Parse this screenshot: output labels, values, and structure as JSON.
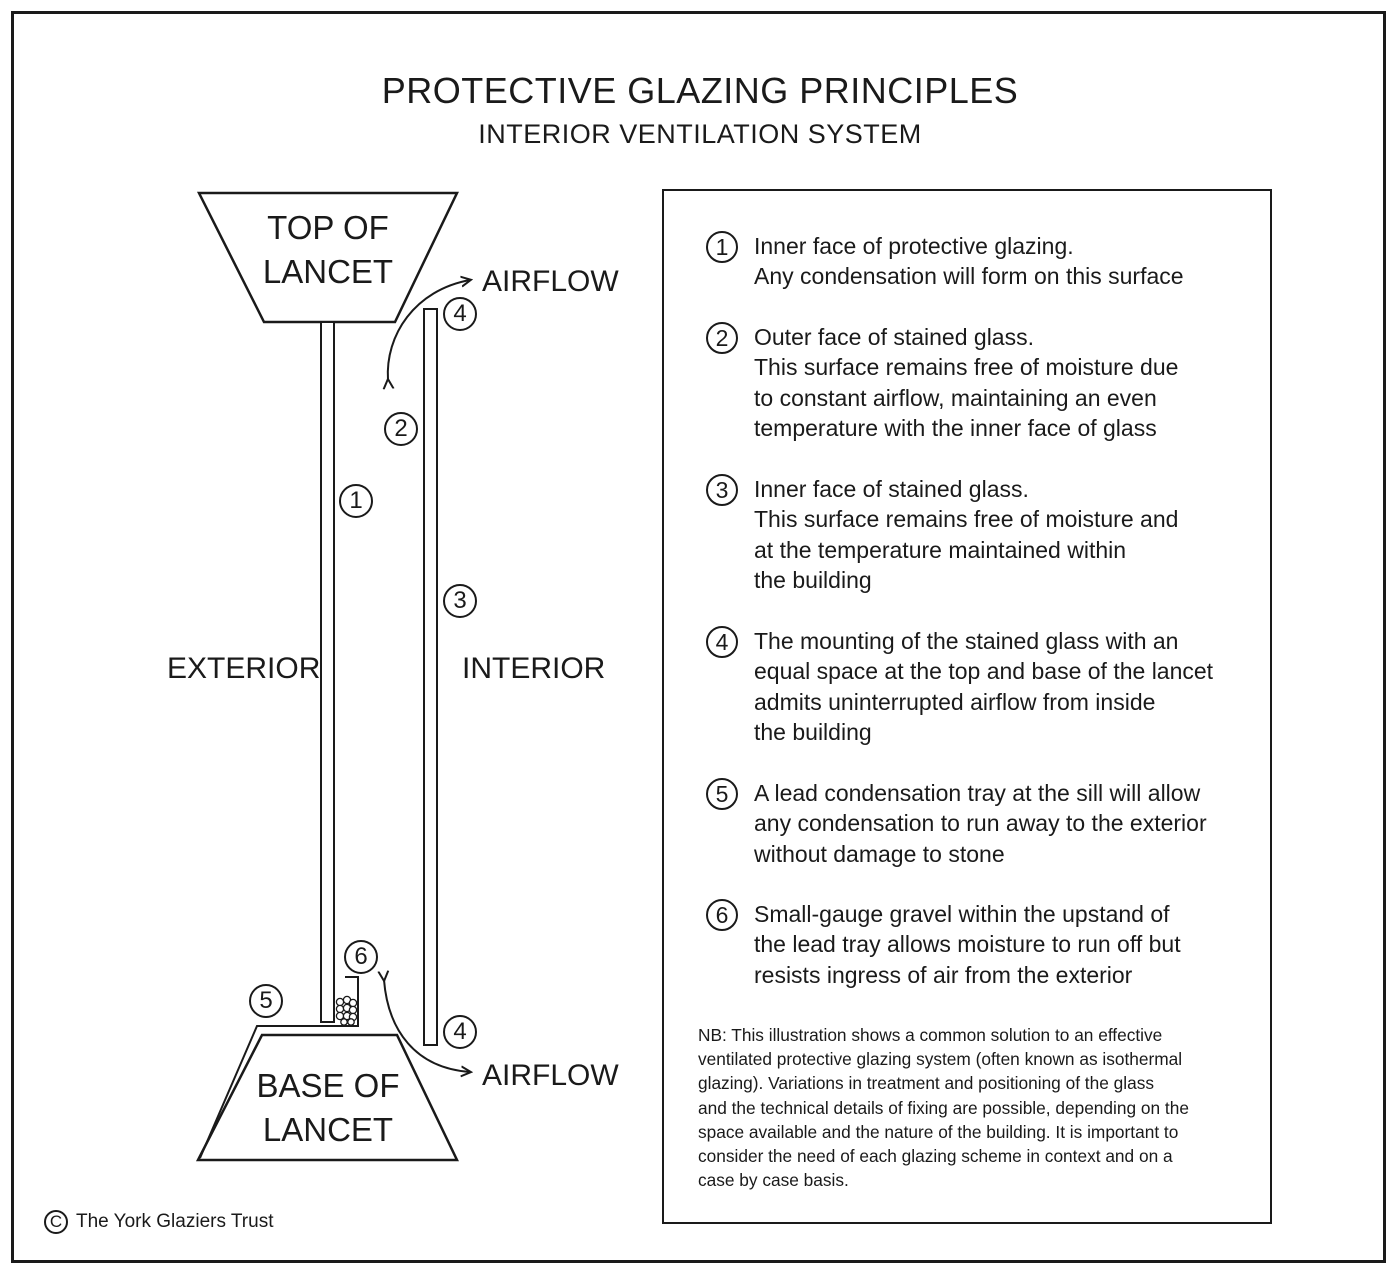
{
  "title": "PROTECTIVE GLAZING PRINCIPLES",
  "subtitle": "INTERIOR VENTILATION SYSTEM",
  "diagram": {
    "top_label_line1": "TOP OF",
    "top_label_line2": "LANCET",
    "base_label_line1": "BASE OF",
    "base_label_line2": "LANCET",
    "exterior_label": "EXTERIOR",
    "interior_label": "INTERIOR",
    "airflow_top": "AIRFLOW",
    "airflow_bottom": "AIRFLOW",
    "markers": {
      "m1": "1",
      "m2": "2",
      "m3": "3",
      "m4_top": "4",
      "m4_bottom": "4",
      "m5": "5",
      "m6": "6"
    }
  },
  "legend": [
    {
      "number": "1",
      "lines": [
        "Inner face of protective glazing.",
        "Any condensation will form on this surface"
      ]
    },
    {
      "number": "2",
      "lines": [
        "Outer face of stained glass.",
        "This surface remains free of moisture due",
        "to constant airflow, maintaining an even",
        "temperature with the inner face of glass"
      ]
    },
    {
      "number": "3",
      "lines": [
        "Inner face of stained glass.",
        "This surface remains free of moisture and",
        "at the temperature maintained within",
        "the building"
      ]
    },
    {
      "number": "4",
      "lines": [
        "The mounting of the stained glass with an",
        "equal space at the top and base of the lancet",
        "admits uninterrupted airflow from inside",
        "the building"
      ]
    },
    {
      "number": "5",
      "lines": [
        "A lead condensation tray at the sill will allow",
        "any condensation to run away to the exterior",
        "without damage to stone"
      ]
    },
    {
      "number": "6",
      "lines": [
        "Small-gauge gravel within the upstand of",
        "the lead tray allows moisture to run off but",
        "resists ingress of air from the exterior"
      ]
    }
  ],
  "note_lines": [
    "NB: This illustration shows a common solution to an effective",
    "ventilated protective glazing system (often known as isothermal",
    "glazing). Variations in treatment and positioning of the glass",
    "and  the technical details of fixing are possible, depending on the",
    "space available and the nature of the building. It is important to",
    "consider the need of each glazing scheme in context and on a",
    "case by case basis."
  ],
  "copyright_symbol": "C",
  "copyright_text": "The York Glaziers Trust"
}
